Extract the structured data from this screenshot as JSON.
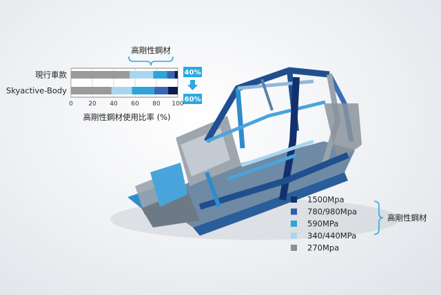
{
  "chart_data": {
    "type": "bar",
    "orientation": "horizontal",
    "stacked": true,
    "title": "高剛性鋼材",
    "xlabel": "高剛性鋼材使用比率 (%)",
    "xlim": [
      0,
      100
    ],
    "xticks": [
      "0",
      "20",
      "40",
      "60",
      "80",
      "100"
    ],
    "categories": [
      "現行車款",
      "Skyactive-Body"
    ],
    "series": [
      {
        "name": "270Mpa",
        "color": "#9a9a9a",
        "values": [
          55,
          38
        ]
      },
      {
        "name": "340/440MPa",
        "color": "#a9d6ee",
        "values": [
          22,
          19
        ]
      },
      {
        "name": "590MPa",
        "color": "#2fa3dc",
        "values": [
          13,
          21
        ]
      },
      {
        "name": "780/980Mpa",
        "color": "#3566b8",
        "values": [
          7,
          13
        ]
      },
      {
        "name": "1500Mpa",
        "color": "#111a4a",
        "values": [
          3,
          9
        ]
      }
    ],
    "callouts": {
      "before": "40%",
      "after": "60%",
      "color": "#2ba9e0"
    }
  },
  "legend": {
    "items": [
      {
        "label": "1500Mpa",
        "color": "#12306e"
      },
      {
        "label": "780/980Mpa",
        "color": "#2e5fa8"
      },
      {
        "label": "590MPa",
        "color": "#2fa3dc"
      },
      {
        "label": "340/440MPa",
        "color": "#a9d6ee"
      },
      {
        "label": "270Mpa",
        "color": "#8e8e8e"
      }
    ],
    "group_label": "高剛性鋼材",
    "brace_color": "#2ba9e0"
  }
}
